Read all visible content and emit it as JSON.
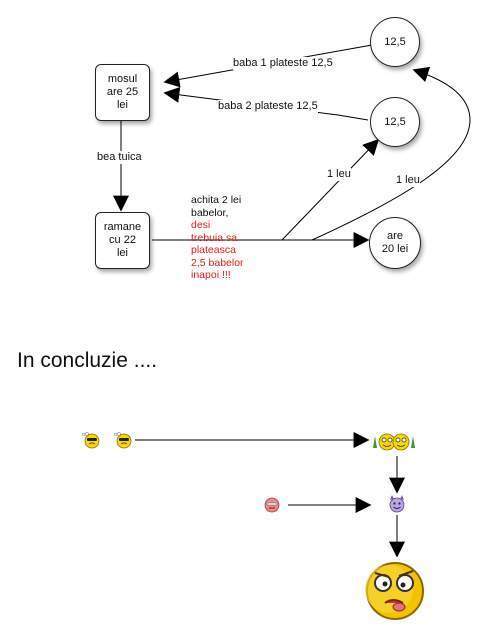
{
  "top": {
    "box_mosul": [
      "mosul",
      "are 25",
      "lei"
    ],
    "box_ramane": [
      "ramane",
      "cu 22",
      "lei"
    ],
    "edge_bea": "bea tuica",
    "circle_a": "12,5",
    "circle_b": "12,5",
    "circle_c": [
      "are",
      "20 lei"
    ],
    "label_baba1": "baba 1 plateste 12,5",
    "label_baba2": "baba 2 plateste 12,5",
    "label_leu1": "1 leu",
    "label_leu2": "1 leu",
    "note_black": [
      "achita 2 lei",
      "babelor,"
    ],
    "note_red": [
      "desi",
      "trebuia sa",
      "plateasca",
      "2,5 babelor",
      "inapoi !!!"
    ]
  },
  "conclusion": {
    "title": "In concluzie ...."
  },
  "colors": {
    "accent_red": "#e0201b",
    "smiley_yellow": "#f5d800",
    "pink_face": "#f08a8a",
    "purple_face": "#b9a6e6"
  }
}
